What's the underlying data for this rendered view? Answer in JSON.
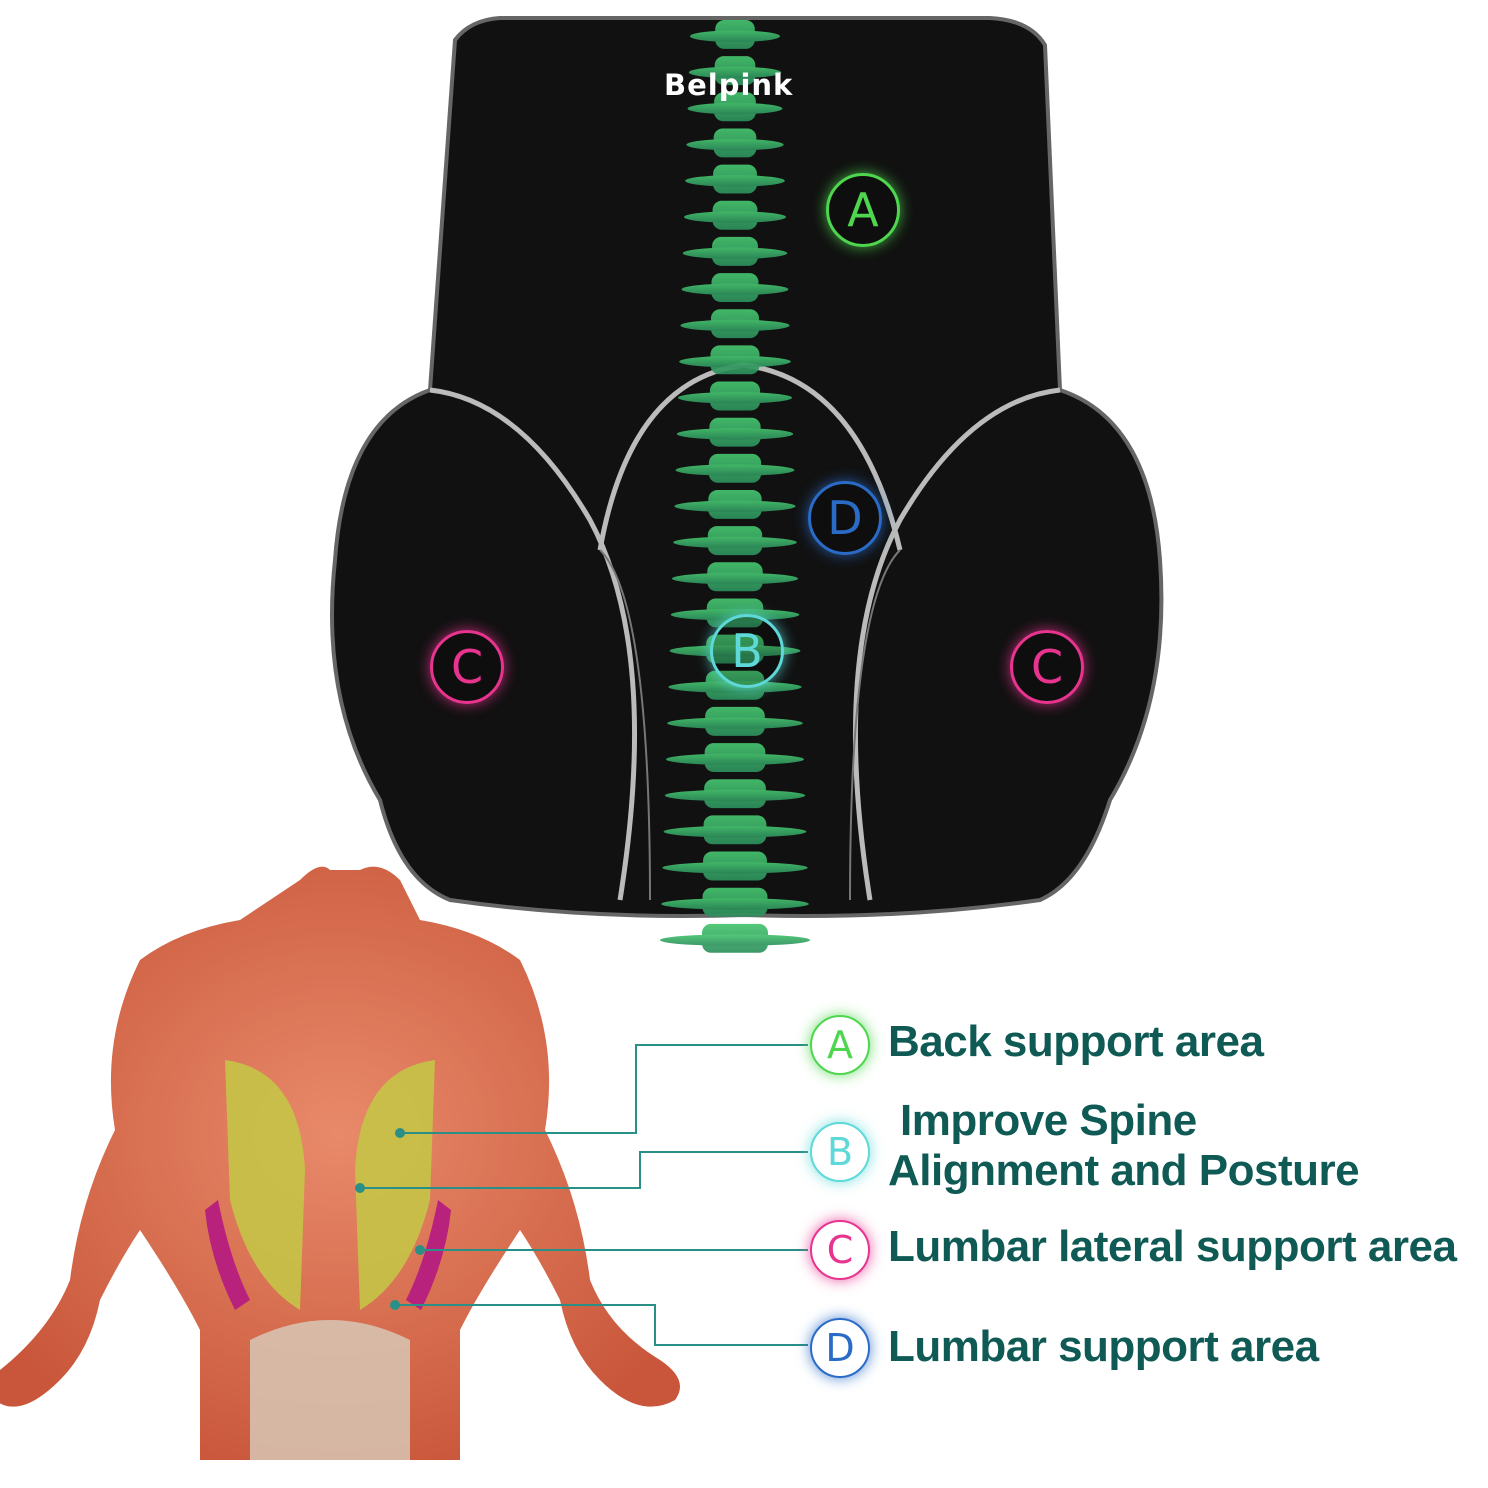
{
  "brand": "Belpink",
  "zones": {
    "a": "A",
    "b": "B",
    "c_left": "C",
    "c_right": "C",
    "d": "D"
  },
  "legend": [
    {
      "letter": "A",
      "label": "Back support area"
    },
    {
      "letter": "B",
      "label_line1": "Improve Spine",
      "label_line2": "Alignment and Posture"
    },
    {
      "letter": "C",
      "label": "Lumbar lateral support area"
    },
    {
      "letter": "D",
      "label": "Lumbar support area"
    }
  ],
  "colors": {
    "zone_a": "#4ed64e",
    "zone_b": "#5ed8d8",
    "zone_c": "#e8338f",
    "zone_d": "#2a6bc7",
    "legend_text": "#0f5a55",
    "cushion": "#111111",
    "spine": "#2fa45a",
    "muscle": "#d9674a"
  }
}
